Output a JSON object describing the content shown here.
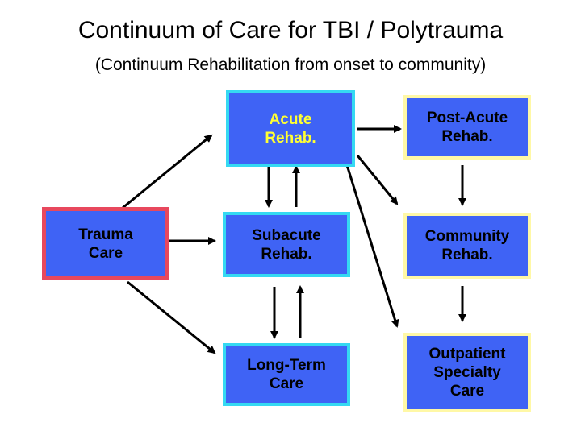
{
  "title": "Continuum of Care for TBI / Polytrauma",
  "subtitle": "(Continuum Rehabilitation from onset to community)",
  "nodes": {
    "trauma_care": "Trauma\nCare",
    "acute_rehab": "Acute\nRehab.",
    "subacute_rehab": "Subacute\nRehab.",
    "long_term_care": "Long-Term\nCare",
    "post_acute_rehab": "Post-Acute\nRehab.",
    "community_rehab": "Community\nRehab.",
    "outpatient_specialty_care": "Outpatient\nSpecialty\nCare"
  },
  "colors": {
    "box_fill": "#3f63f5",
    "cyan_border": "#35d9f2",
    "yellow_border": "#fff8a6",
    "red_border": "#e8485d",
    "acute_text": "#ffff33"
  }
}
